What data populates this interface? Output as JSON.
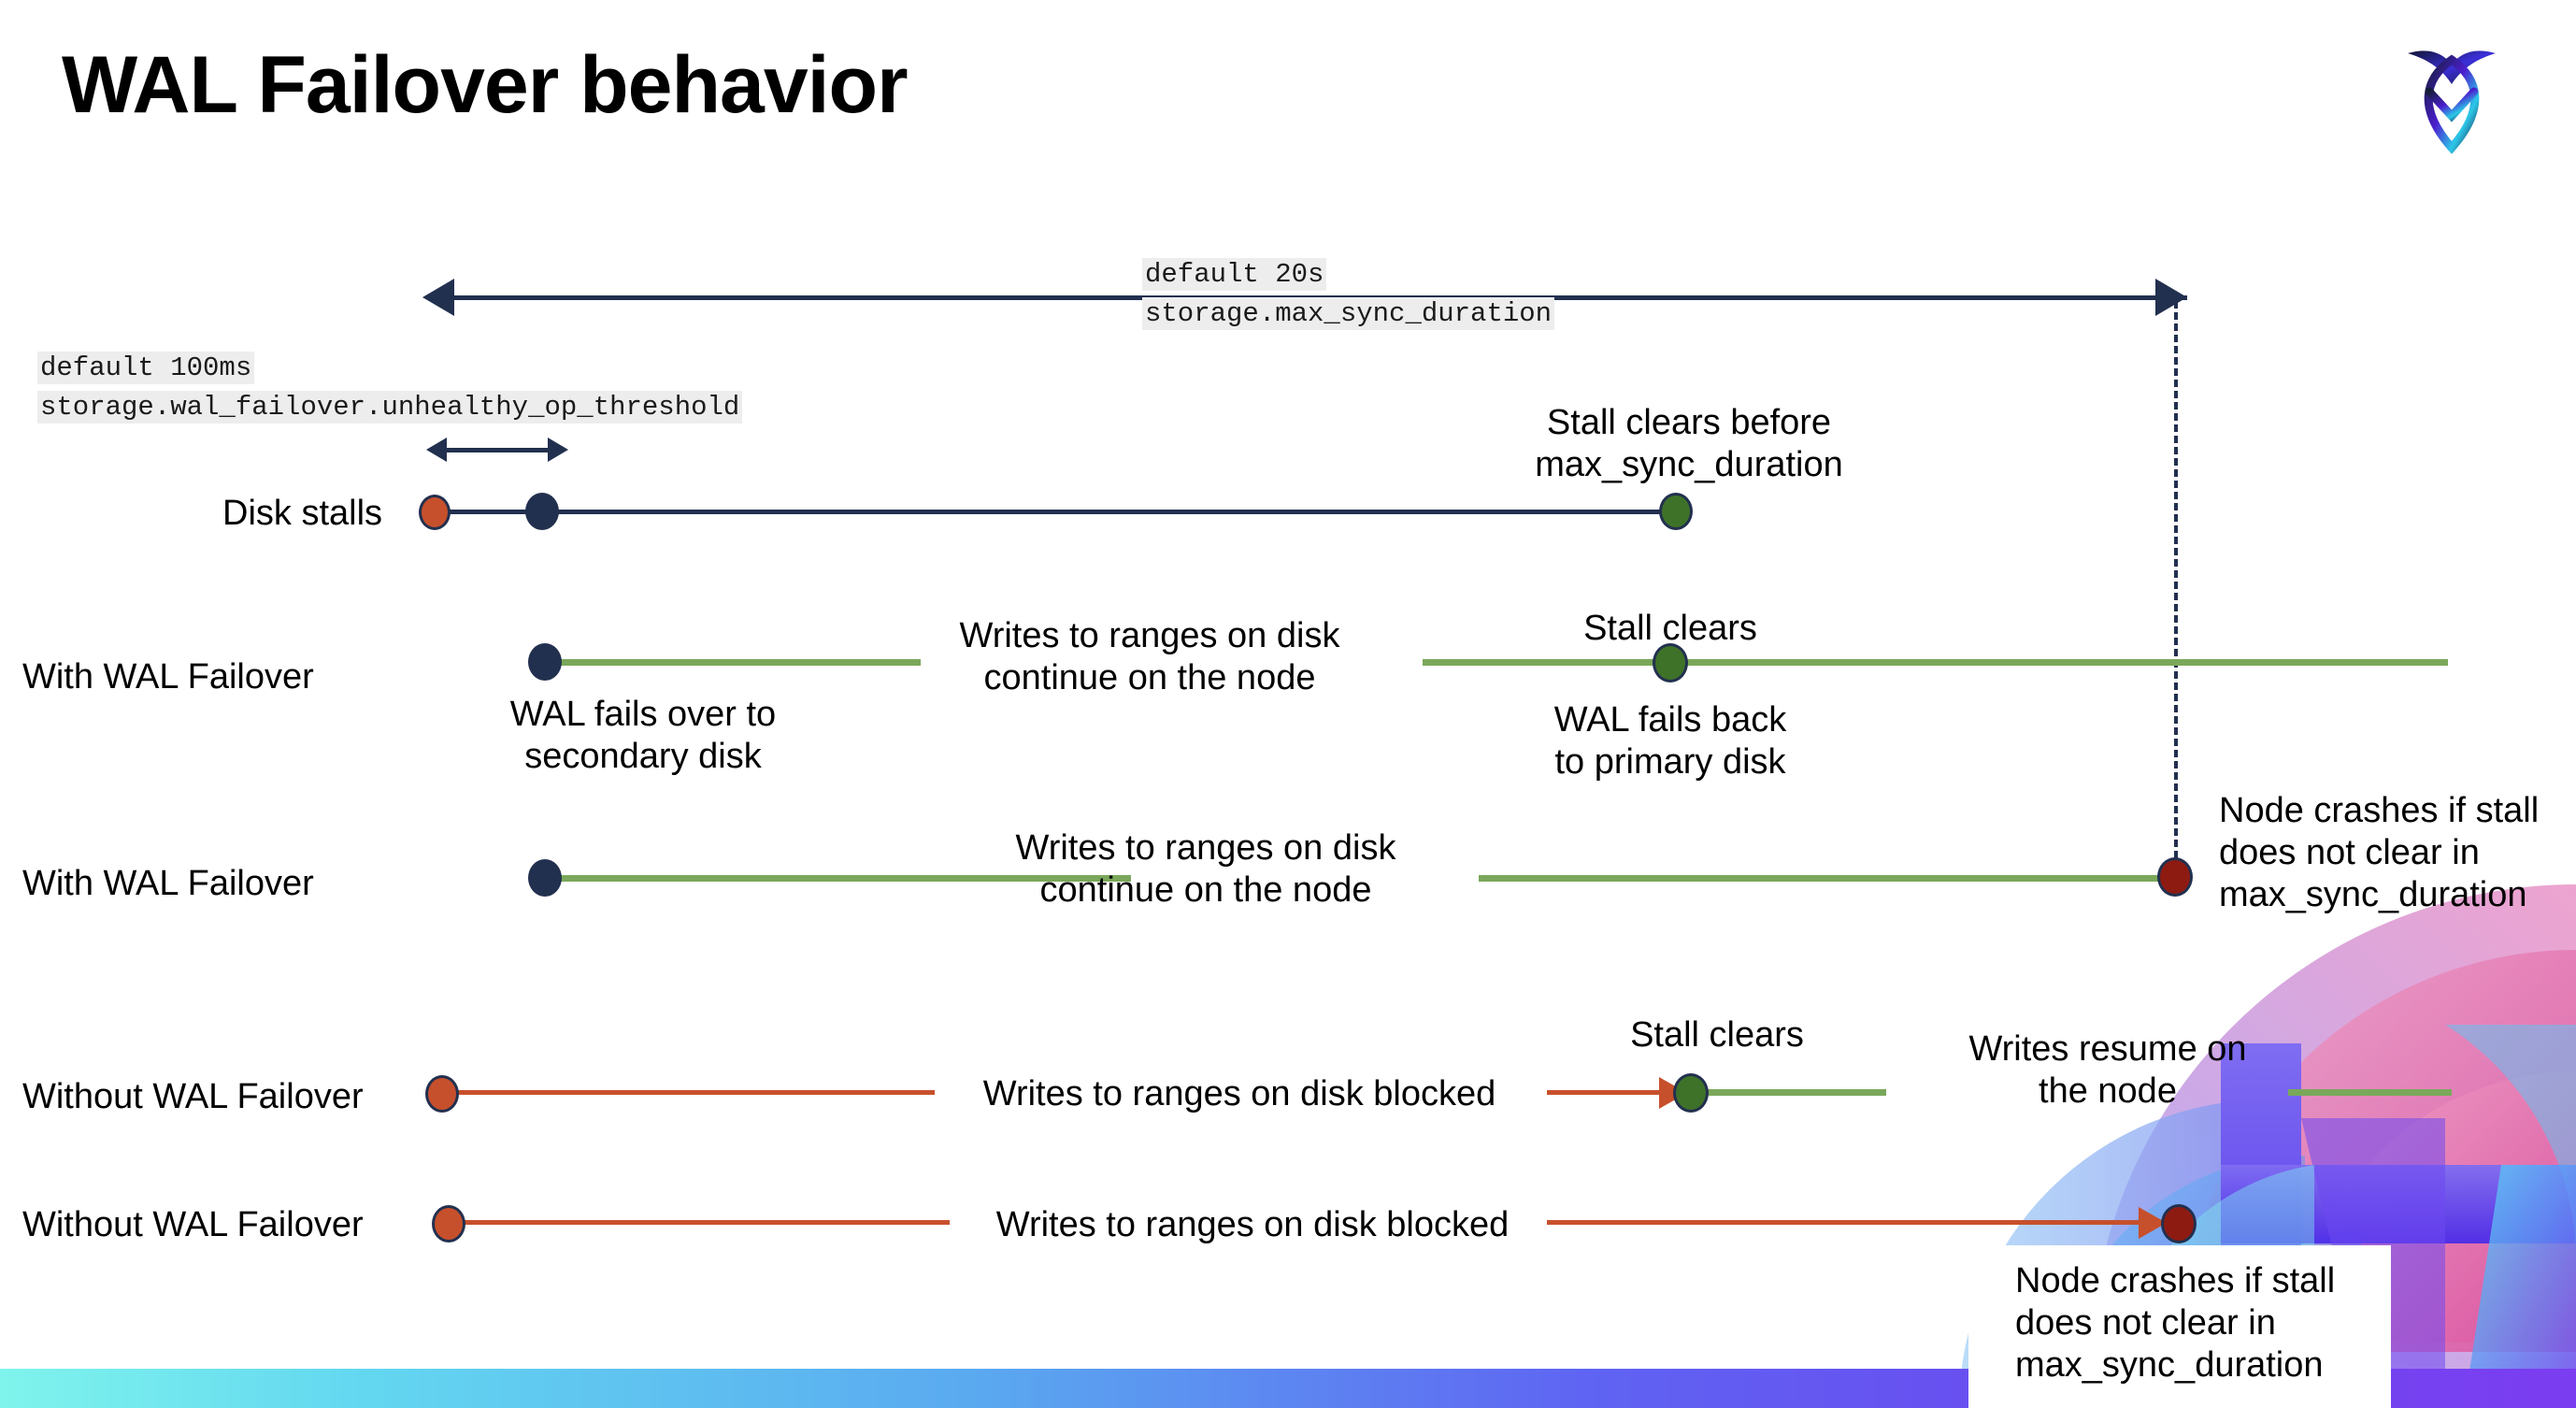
{
  "slide": {
    "title": "WAL Failover behavior",
    "brand_logo": "cockroachdb-logo",
    "colors": {
      "navy": "#22304f",
      "green_line": "#7aa85a",
      "green_dot": "#3f7229",
      "red_line": "#c7502c",
      "red_dot": "#c7502c",
      "dark_red_dot": "#8e1b12",
      "code_bg": "#ededed",
      "bottom_bar_gradient_start": "#7ff4ec",
      "bottom_bar_gradient_end": "#7b3df0"
    }
  },
  "settings": {
    "max_sync": {
      "default": "default 20s",
      "name": "storage.max_sync_duration"
    },
    "unhealthy_op": {
      "default": "default 100ms",
      "name": "storage.wal_failover.unhealthy_op_threshold"
    }
  },
  "rows": [
    {
      "id": "disk-stalls",
      "label": "Disk stalls",
      "annotation": "Stall clears before\nmax_sync_duration"
    },
    {
      "id": "with-wal-failover-clears",
      "label": "With WAL Failover",
      "note_start": "WAL fails over to\nsecondary disk",
      "note_middle": "Writes to ranges on disk\ncontinue on the node",
      "note_clear": "Stall clears",
      "note_after": "WAL fails  back\nto primary disk"
    },
    {
      "id": "with-wal-failover-crash",
      "label": "With WAL Failover",
      "note_middle": "Writes to ranges on disk\ncontinue on the node",
      "note_crash": "Node crashes if stall\ndoes not clear in\nmax_sync_duration"
    },
    {
      "id": "without-wal-failover-clears",
      "label": "Without WAL Failover",
      "note_blocked": "Writes to ranges on disk  blocked",
      "note_clear": "Stall clears",
      "note_resume": "Writes resume on\nthe node"
    },
    {
      "id": "without-wal-failover-crash",
      "label": "Without WAL Failover",
      "note_blocked": "Writes to ranges on disk  blocked",
      "note_crash": "Node crashes if stall\ndoes not clear in\nmax_sync_duration"
    }
  ]
}
